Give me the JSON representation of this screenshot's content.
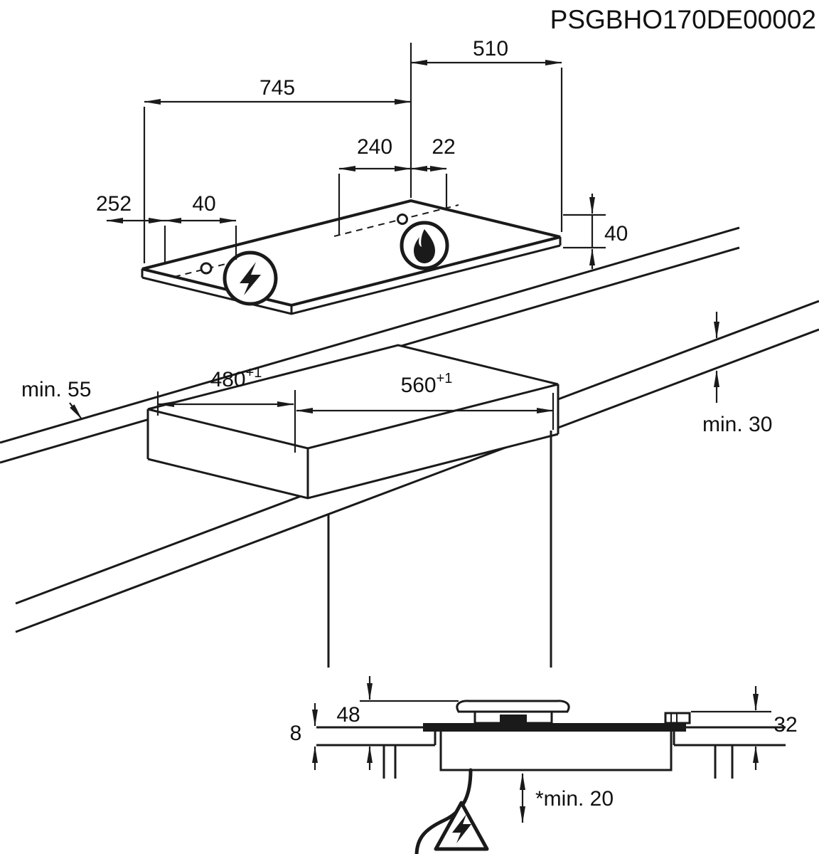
{
  "title": "PSGBHO170DE00002",
  "colors": {
    "line": "#1a1a1a",
    "background": "#ffffff"
  },
  "top_view": {
    "dim_width": "745",
    "dim_depth": "510",
    "dim_burner_center_offset": "240",
    "dim_burner_edge_offset": "22",
    "dim_left_offset": "252",
    "dim_ignition_offset": "40",
    "dim_hob_height": "40",
    "electric_burner_icon": "lightning-bolt-in-circle",
    "gas_burner_icon": "flame-in-circle"
  },
  "cutout_view": {
    "dim_min_side_clearance": "min. 55",
    "dim_cutout_width": "480",
    "dim_cutout_width_tol": "+1",
    "dim_cutout_length": "560",
    "dim_cutout_length_tol": "+1",
    "dim_min_rear_clearance": "min. 30"
  },
  "section_view": {
    "dim_burner_height": "48",
    "dim_panel_height": "8",
    "dim_knob_height": "32",
    "dim_min_clearance_below": "*min. 20",
    "warning_icon": "lightning-warning-triangle"
  }
}
